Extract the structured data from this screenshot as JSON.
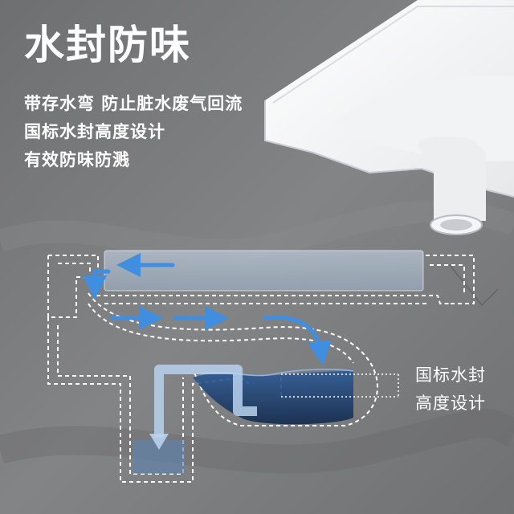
{
  "header": {
    "title": "水封防味",
    "features": [
      "带存水弯 防止脏水废气回流",
      "国标水封高度设计",
      "有效防味防溅"
    ]
  },
  "diagram": {
    "label_line1": "国标水封",
    "label_line2": "高度设计"
  },
  "colors": {
    "background": "#7a7b7d",
    "arrow_blue": "#3f8ee0",
    "water_blue": "#1f3f6e",
    "outline": "#ffffff"
  }
}
